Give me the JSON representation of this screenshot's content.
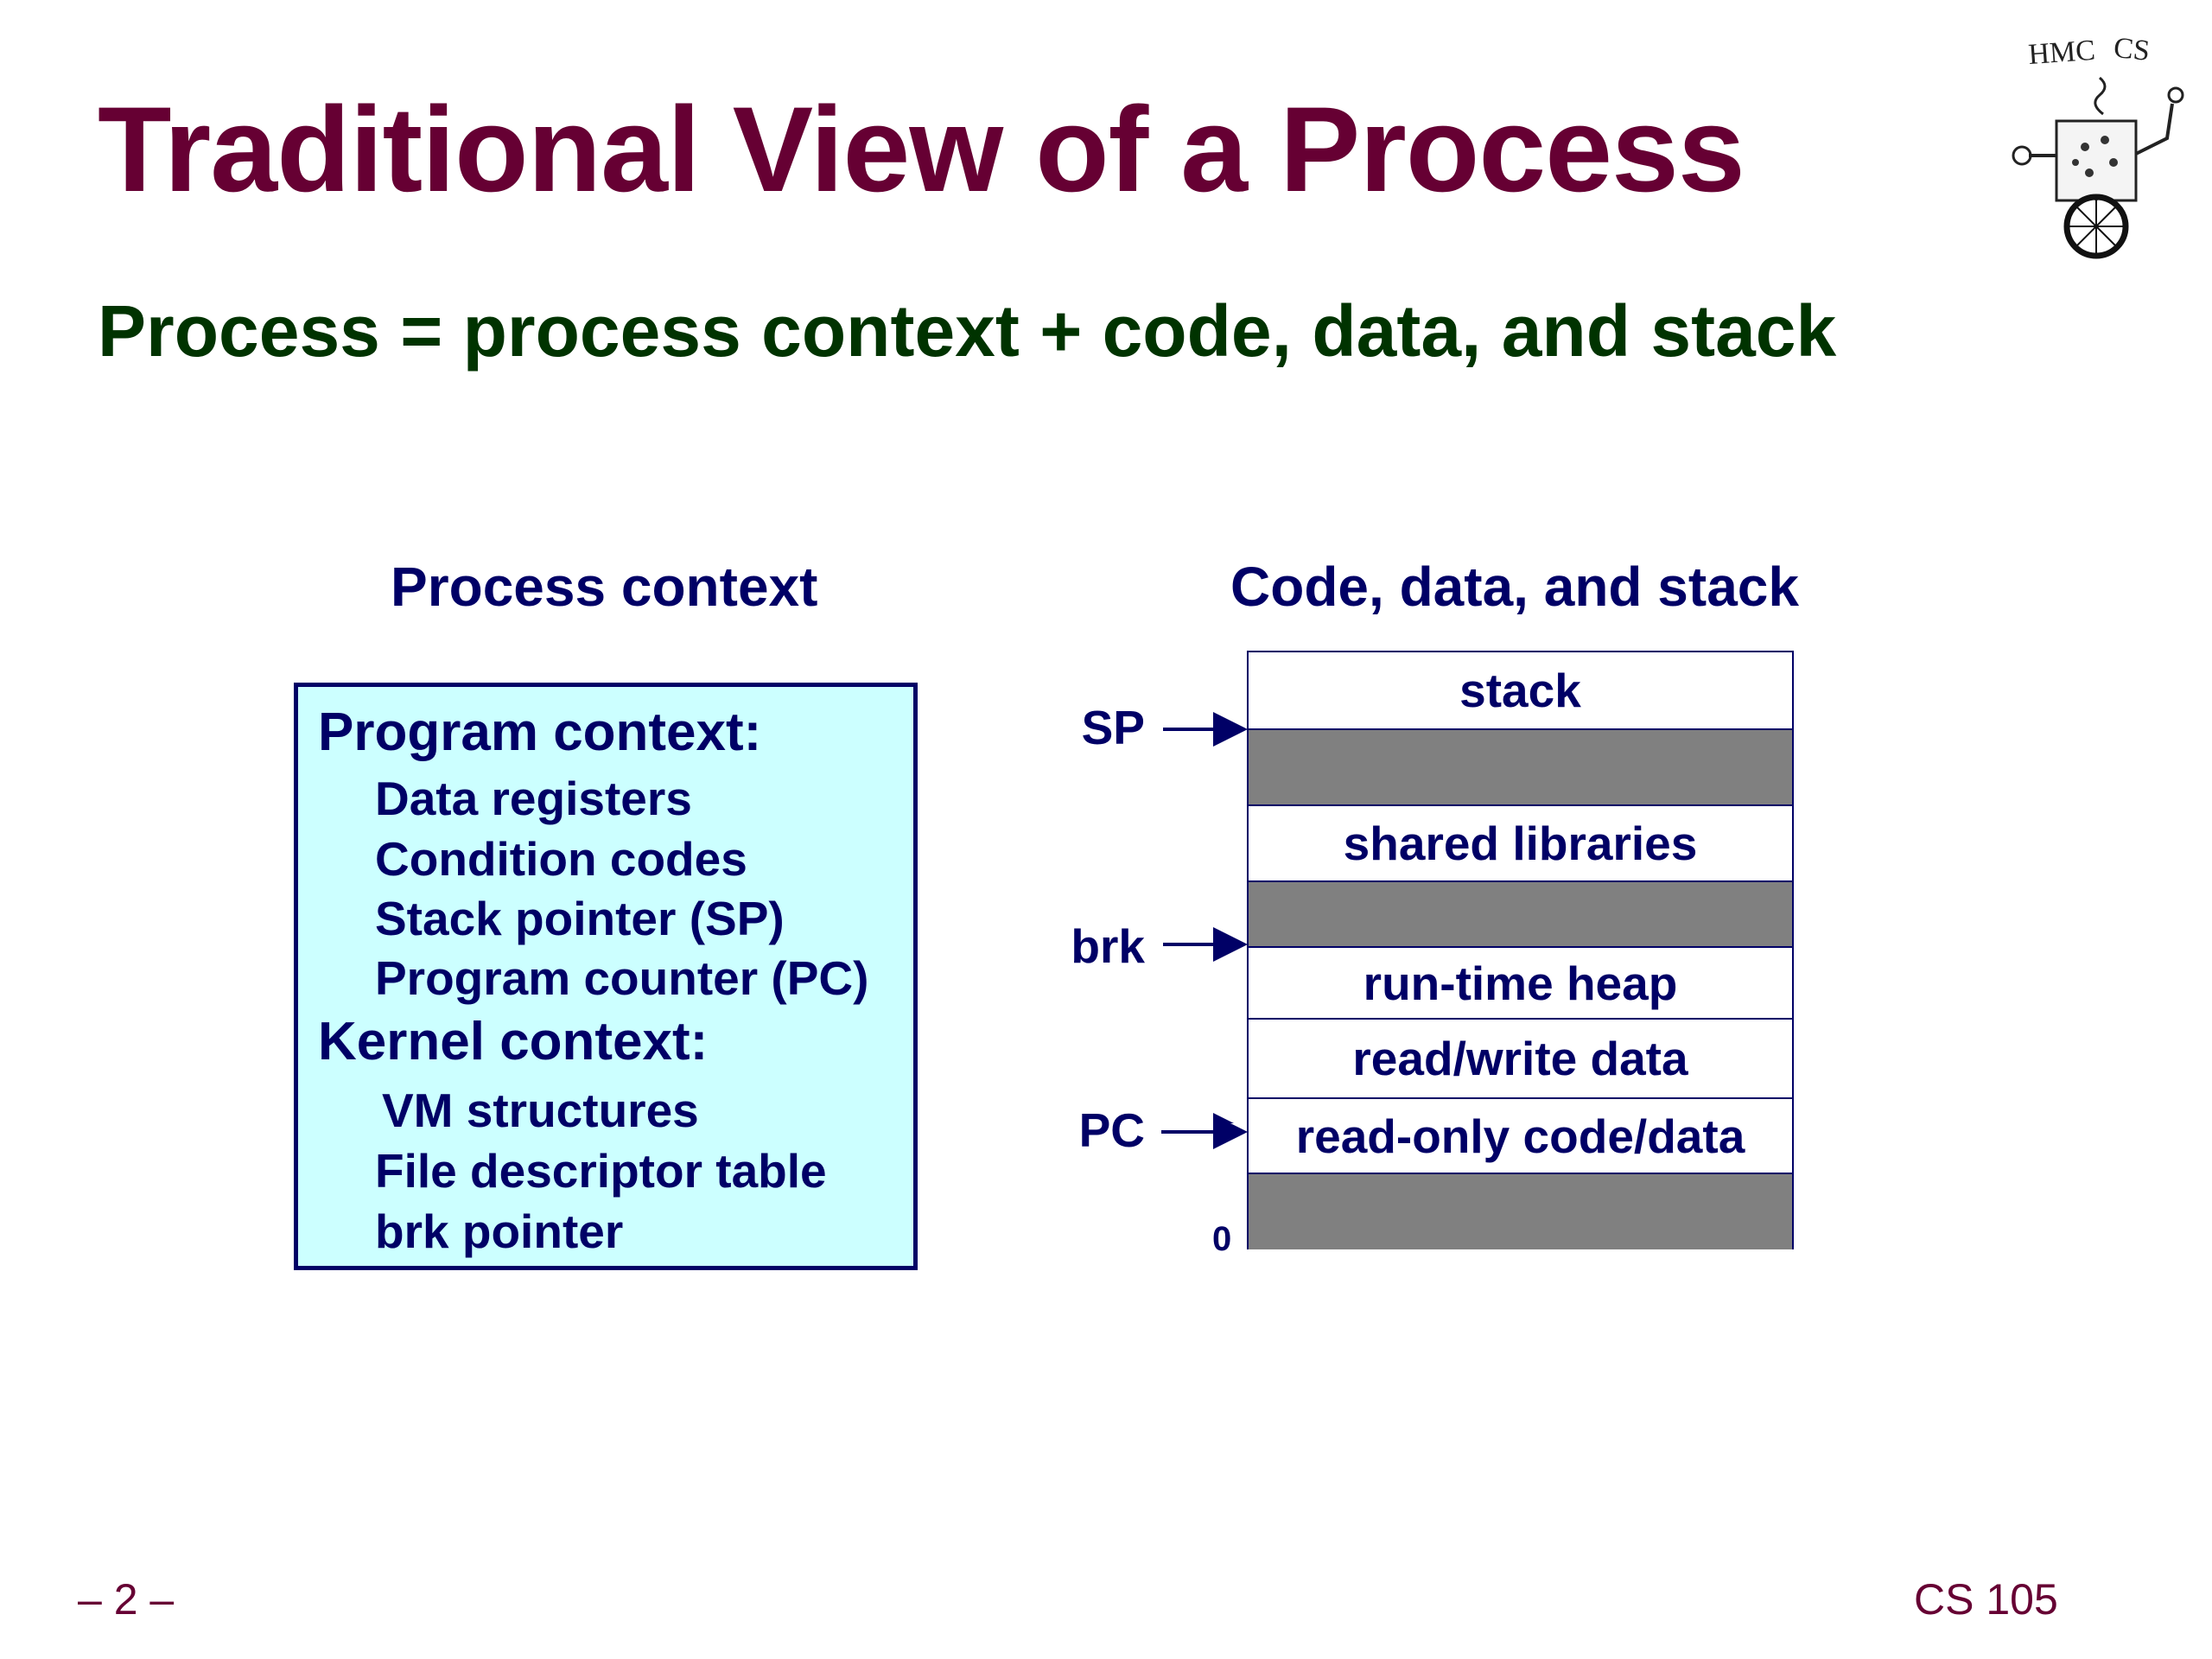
{
  "slide": {
    "title": "Traditional View of a Process",
    "subtitle": "Process = process context + code, data, and stack",
    "page_number": "– 2 –",
    "course": "CS 105"
  },
  "logo": {
    "text": "HMC CS"
  },
  "process_context": {
    "heading": "Process context",
    "program_heading": "Program context:",
    "program_items": [
      "Data registers",
      "Condition codes",
      "Stack pointer (SP)",
      "Program counter (PC)"
    ],
    "kernel_heading": "Kernel context:",
    "kernel_items": [
      "VM structures",
      "File descriptor table",
      "brk pointer"
    ]
  },
  "memory": {
    "heading": "Code, data, and stack",
    "segments": [
      "stack",
      "",
      "shared libraries",
      "",
      "run-time heap",
      "read/write data",
      "read-only code/data",
      ""
    ],
    "pointers": [
      "SP",
      "brk",
      "PC"
    ],
    "zero_label": "0"
  },
  "colors": {
    "title": "#660033",
    "subtitle": "#003300",
    "text": "#000066",
    "context_fill": "#ccffff",
    "gap_fill": "#808080"
  }
}
